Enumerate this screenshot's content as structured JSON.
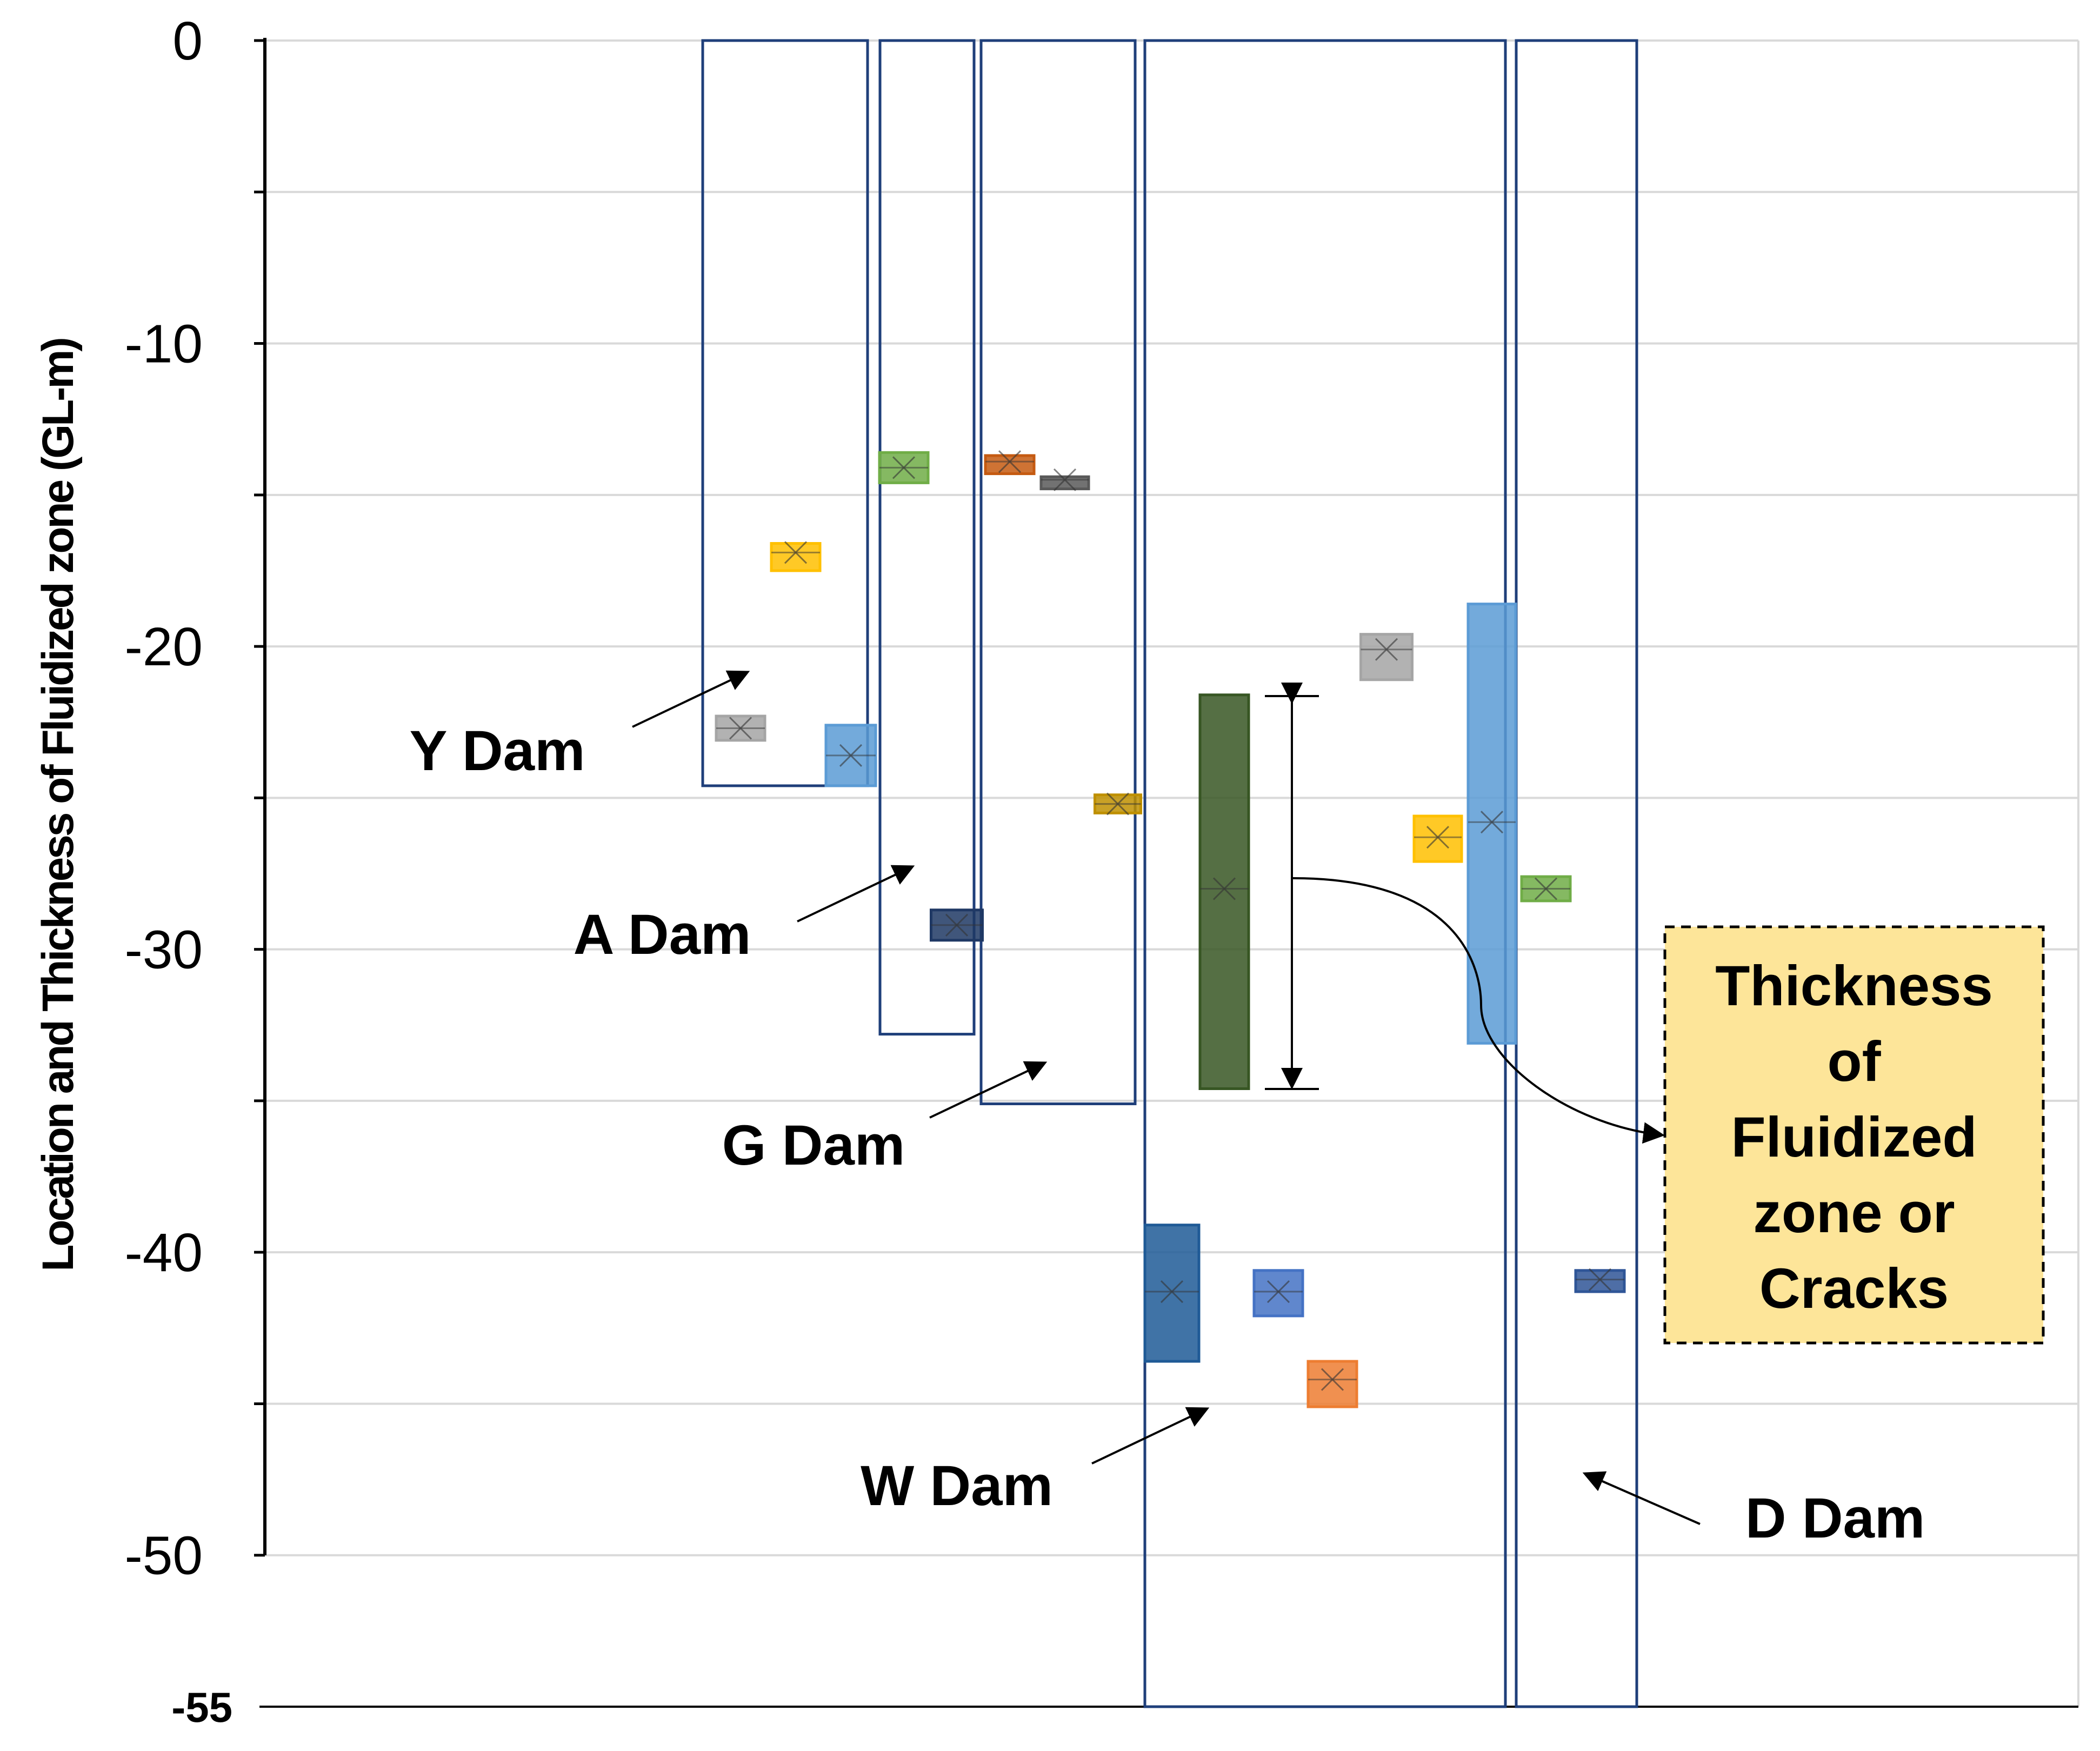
{
  "chart_data": {
    "type": "box",
    "title": "",
    "xlabel": "",
    "ylabel": "Location and Thickness of Fluidized zone (GL-m)",
    "ylim": [
      -55,
      0
    ],
    "yticks": [
      "0",
      "-10",
      "-20",
      "-30",
      "-40",
      "-50"
    ],
    "ytick_bottom": "-55",
    "grid": true,
    "colors": {
      "dam_outline": "#1f3f7a",
      "grid": "#d9d9d9",
      "callout_fill": "#fde599"
    },
    "dams": [
      {
        "name": "Y Dam",
        "depth": -24.6
      },
      {
        "name": "A Dam",
        "depth": -32.8
      },
      {
        "name": "G Dam",
        "depth": -35.1
      },
      {
        "name": "W Dam",
        "depth": -55
      },
      {
        "name": "D Dam",
        "depth": -55
      }
    ],
    "zones": [
      {
        "dam": "Y Dam",
        "top": -16.6,
        "bottom": -17.5,
        "mean": -16.9,
        "color": "#ffc000"
      },
      {
        "dam": "Y Dam",
        "top": -22.3,
        "bottom": -23.1,
        "mean": -22.7,
        "color": "#a5a5a5"
      },
      {
        "dam": "Y Dam",
        "top": -22.6,
        "bottom": -24.6,
        "mean": -23.6,
        "color": "#5b9bd5"
      },
      {
        "dam": "A Dam",
        "top": -13.6,
        "bottom": -14.6,
        "mean": -14.1,
        "color": "#70ad47"
      },
      {
        "dam": "A Dam",
        "top": -28.7,
        "bottom": -29.7,
        "mean": -29.2,
        "color": "#1f3864"
      },
      {
        "dam": "G Dam",
        "top": -13.7,
        "bottom": -14.3,
        "mean": -13.9,
        "color": "#c55a11"
      },
      {
        "dam": "G Dam",
        "top": -14.4,
        "bottom": -14.8,
        "mean": -14.5,
        "color": "#595959"
      },
      {
        "dam": "G Dam",
        "top": -24.9,
        "bottom": -25.5,
        "mean": -25.2,
        "color": "#bf9000"
      },
      {
        "dam": "W Dam",
        "top": -21.6,
        "bottom": -34.6,
        "mean": -28.0,
        "color": "#375623"
      },
      {
        "dam": "W Dam",
        "top": -39.1,
        "bottom": -43.6,
        "mean": -41.3,
        "color": "#1f5a96"
      },
      {
        "dam": "W Dam",
        "top": -40.6,
        "bottom": -42.1,
        "mean": -41.3,
        "color": "#4472c4"
      },
      {
        "dam": "W Dam",
        "top": -43.6,
        "bottom": -45.1,
        "mean": -44.2,
        "color": "#ed7d31"
      },
      {
        "dam": "W Dam",
        "top": -19.6,
        "bottom": -21.1,
        "mean": -20.1,
        "color": "#a5a5a5"
      },
      {
        "dam": "W Dam",
        "top": -25.6,
        "bottom": -27.1,
        "mean": -26.3,
        "color": "#ffc000"
      },
      {
        "dam": "W Dam",
        "top": -18.6,
        "bottom": -33.1,
        "mean": -25.8,
        "color": "#5b9bd5"
      },
      {
        "dam": "W Dam",
        "top": -27.6,
        "bottom": -28.4,
        "mean": -28.0,
        "color": "#70ad47"
      },
      {
        "dam": "D Dam",
        "top": -40.6,
        "bottom": -41.3,
        "mean": -40.9,
        "color": "#2f5597"
      }
    ],
    "annotation": "Thickness of Fluidized zone or Cracks",
    "callout_lines": [
      "Thickness",
      "of",
      "Fluidized",
      "zone or",
      "Cracks"
    ]
  }
}
